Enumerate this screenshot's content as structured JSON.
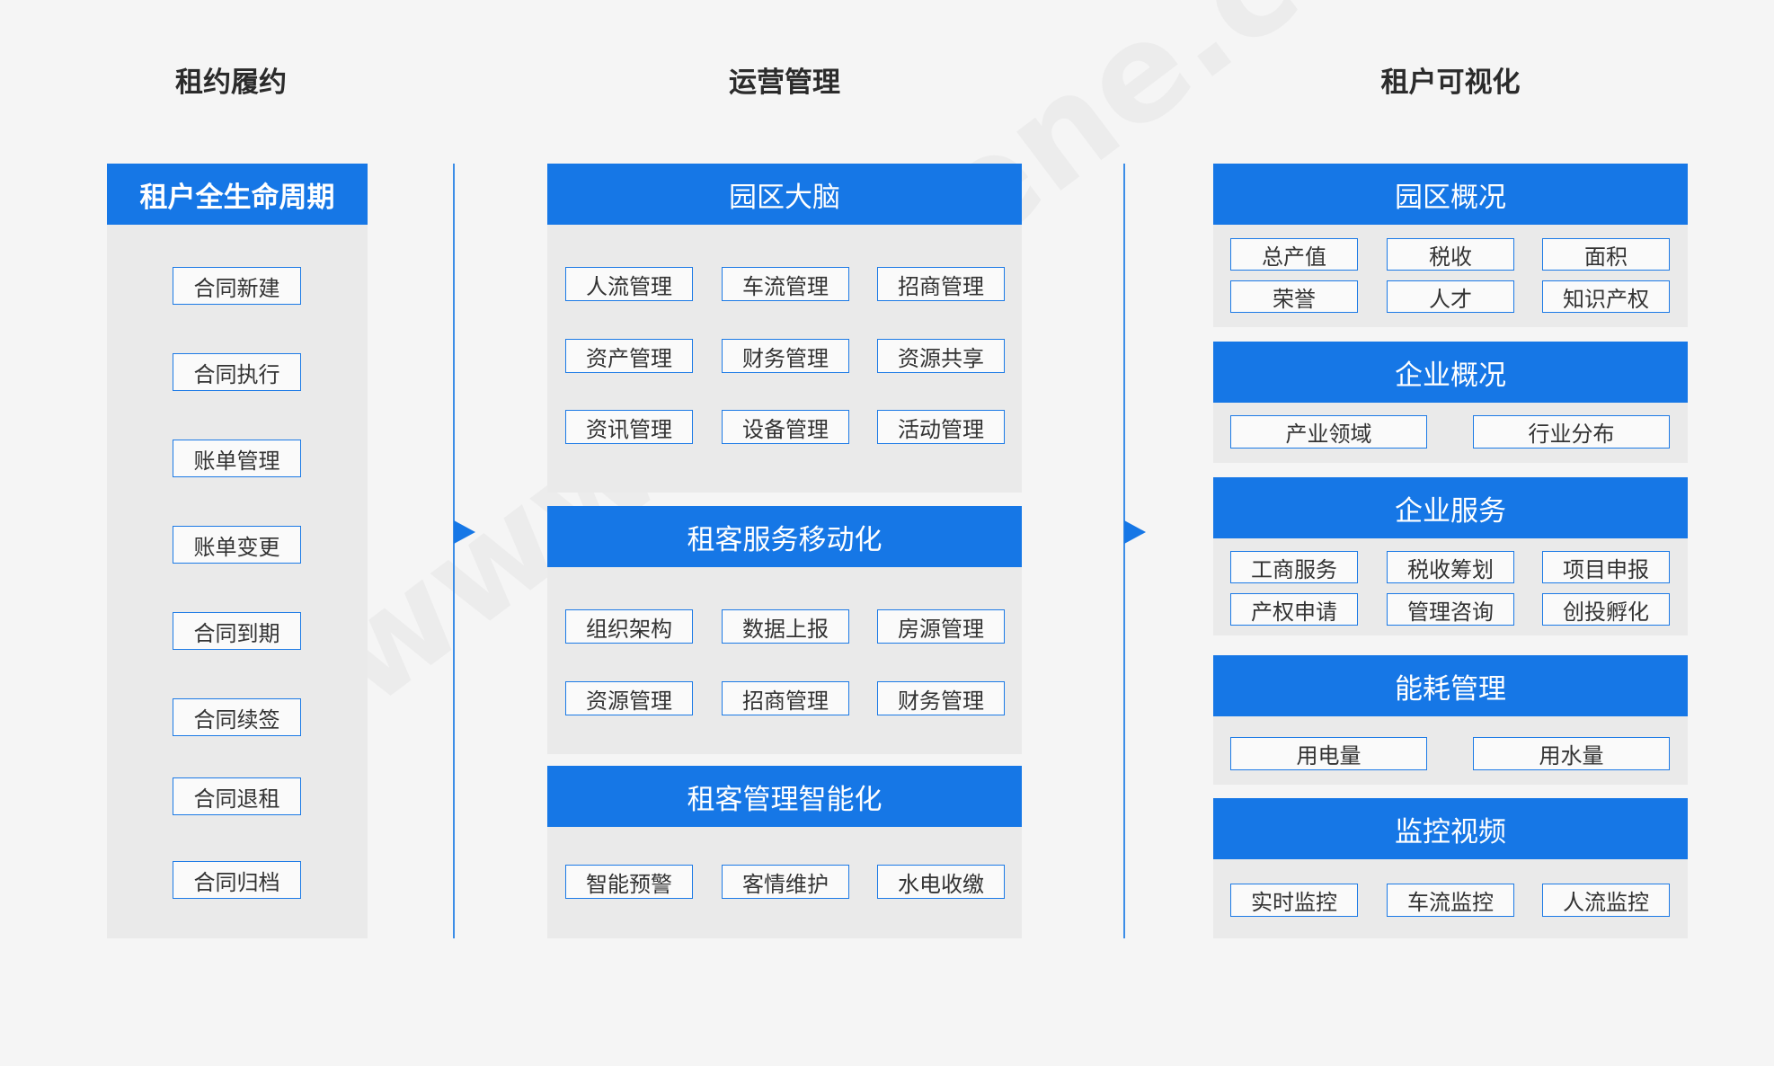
{
  "columns": [
    {
      "title": "租约履约"
    },
    {
      "title": "运营管理"
    },
    {
      "title": "租户可视化"
    }
  ],
  "col1": {
    "header": "租户全生命周期",
    "items": [
      "合同新建",
      "合同执行",
      "账单管理",
      "账单变更",
      "合同到期",
      "合同续签",
      "合同退租",
      "合同归档"
    ]
  },
  "col2": {
    "sections": [
      {
        "header": "园区大脑",
        "items": [
          "人流管理",
          "车流管理",
          "招商管理",
          "资产管理",
          "财务管理",
          "资源共享",
          "资讯管理",
          "设备管理",
          "活动管理"
        ]
      },
      {
        "header": "租客服务移动化",
        "items": [
          "组织架构",
          "数据上报",
          "房源管理",
          "资源管理",
          "招商管理",
          "财务管理"
        ]
      },
      {
        "header": "租客管理智能化",
        "items": [
          "智能预警",
          "客情维护",
          "水电收缴"
        ]
      }
    ]
  },
  "col3": {
    "sections": [
      {
        "header": "园区概况",
        "items": [
          "总产值",
          "税收",
          "面积",
          "荣誉",
          "人才",
          "知识产权"
        ]
      },
      {
        "header": "企业概况",
        "items": [
          "产业领域",
          "行业分布"
        ]
      },
      {
        "header": "企业服务",
        "items": [
          "工商服务",
          "税收筹划",
          "项目申报",
          "产权申请",
          "管理咨询",
          "创投孵化"
        ]
      },
      {
        "header": "能耗管理",
        "items": [
          "用电量",
          "用水量"
        ]
      },
      {
        "header": "监控视频",
        "items": [
          "实时监控",
          "车流监控",
          "人流监控"
        ]
      }
    ]
  },
  "watermark": "www.atogene.com",
  "colors": {
    "accent": "#1677e6",
    "panel": "#eaeaea",
    "background": "#f5f5f5"
  }
}
